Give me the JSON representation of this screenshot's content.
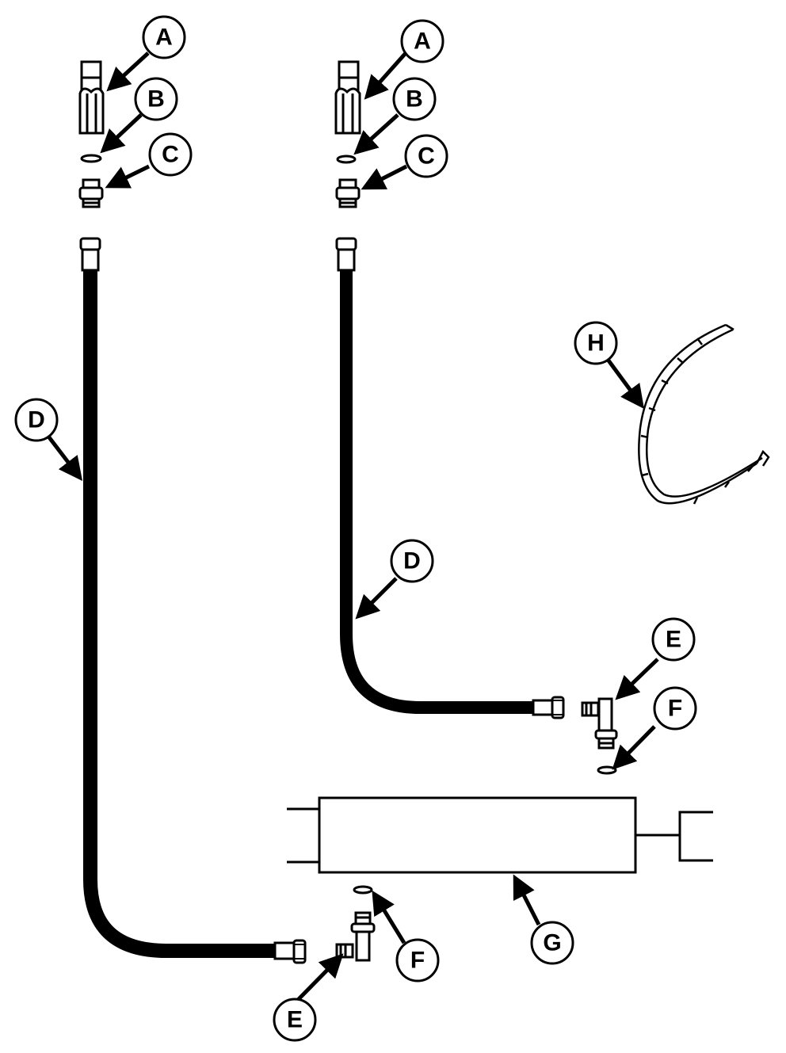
{
  "diagram": {
    "type": "exploded parts diagram",
    "subject": "hydraulic hose assemblies with fittings, cylinder, and clamp",
    "line_color": "#000000",
    "background_color": "#ffffff"
  },
  "callouts": {
    "left_A": "A",
    "left_B": "B",
    "left_C": "C",
    "left_D": "D",
    "left_E": "E",
    "left_F": "F",
    "right_A": "A",
    "right_B": "B",
    "right_C": "C",
    "right_D": "D",
    "right_E": "E",
    "right_F": "F",
    "G": "G",
    "H": "H"
  },
  "parts": [
    {
      "label": "A",
      "name": "hex fitting adapter (long)"
    },
    {
      "label": "B",
      "name": "O-ring"
    },
    {
      "label": "C",
      "name": "straight adapter fitting"
    },
    {
      "label": "D",
      "name": "hydraulic hose"
    },
    {
      "label": "E",
      "name": "elbow fitting"
    },
    {
      "label": "F",
      "name": "O-ring"
    },
    {
      "label": "G",
      "name": "hydraulic cylinder"
    },
    {
      "label": "H",
      "name": "hose clamp / strap"
    }
  ]
}
